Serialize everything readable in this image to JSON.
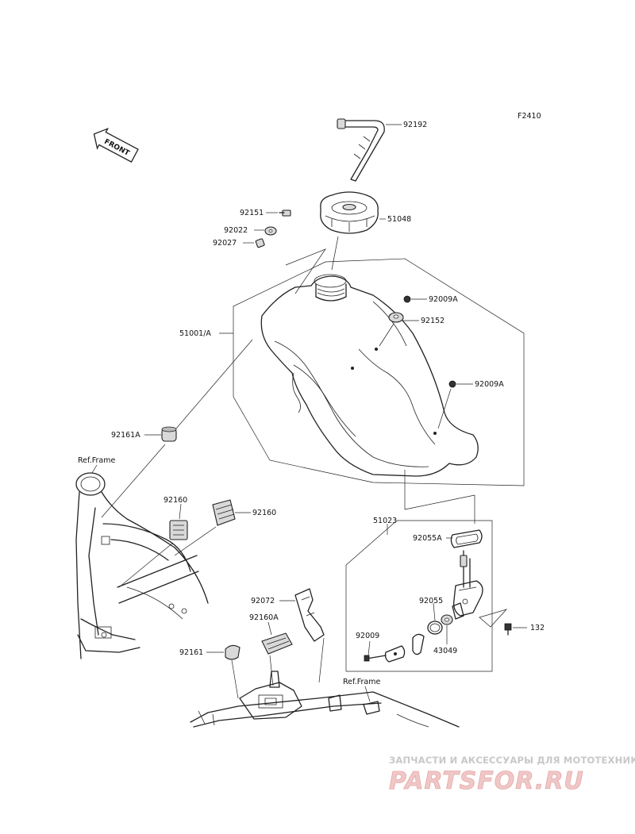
{
  "figure_code": "F2410",
  "front_label": "FRONT",
  "ref_frame_label": "Ref.Frame",
  "parts": [
    {
      "id": "92192"
    },
    {
      "id": "51048"
    },
    {
      "id": "92151"
    },
    {
      "id": "92022"
    },
    {
      "id": "92027"
    },
    {
      "id": "92009A"
    },
    {
      "id": "92152"
    },
    {
      "id": "51001/A"
    },
    {
      "id": "92161A"
    },
    {
      "id": "92160"
    },
    {
      "id": "51023"
    },
    {
      "id": "92055A"
    },
    {
      "id": "92072"
    },
    {
      "id": "92160A"
    },
    {
      "id": "92055"
    },
    {
      "id": "92009"
    },
    {
      "id": "43049"
    },
    {
      "id": "132"
    },
    {
      "id": "92161"
    }
  ],
  "watermark": {
    "tagline": "ЗАПЧАСТИ И АКСЕССУАРЫ ДЛЯ МОТОТЕХНИКИ",
    "logo": "PARTSFOR.RU",
    "color": "#e6a9a9"
  }
}
